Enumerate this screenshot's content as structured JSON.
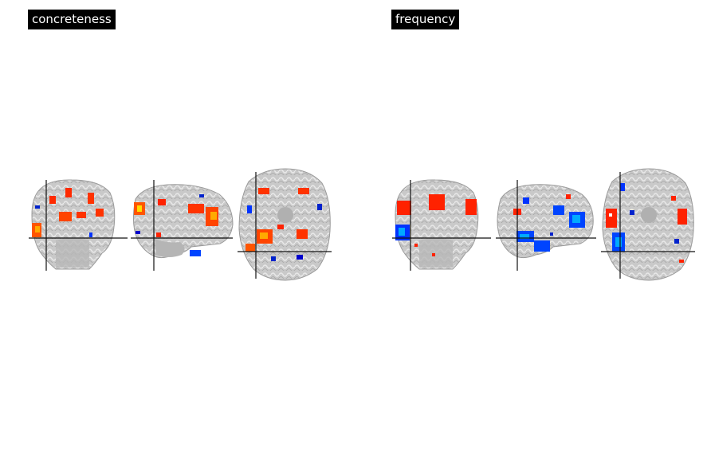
{
  "panels": [
    {
      "title": "concreteness",
      "accent": "#ff3300"
    },
    {
      "title": "frequency",
      "accent": "#0066ff"
    }
  ],
  "colors": {
    "brain_fill": "#c4c4c4",
    "brain_outline": "#9a9a9a",
    "crosshair": "#111111",
    "positive": [
      "#cc0000",
      "#ff3300",
      "#ff8800",
      "#ffdd00"
    ],
    "negative": [
      "#0000cc",
      "#0044ff",
      "#00aaff"
    ]
  },
  "views": [
    "coronal",
    "sagittal",
    "axial"
  ]
}
